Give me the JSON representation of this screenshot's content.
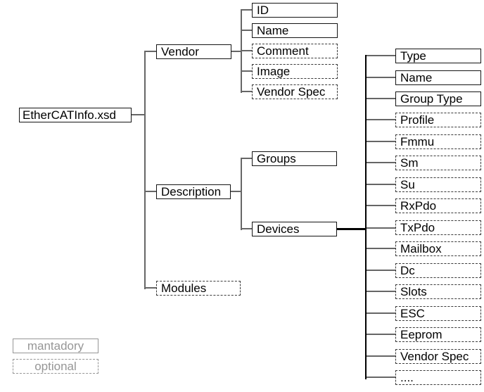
{
  "diagram": {
    "title_node": {
      "label": "EtherCATInfo.xsd",
      "style": "mandatory"
    },
    "level1": [
      {
        "label": "Vendor",
        "style": "mandatory"
      },
      {
        "label": "Description",
        "style": "mandatory"
      },
      {
        "label": "Modules",
        "style": "optional"
      }
    ],
    "vendor_children": [
      {
        "label": "ID",
        "style": "mandatory"
      },
      {
        "label": "Name",
        "style": "mandatory"
      },
      {
        "label": "Comment",
        "style": "optional"
      },
      {
        "label": "Image",
        "style": "optional"
      },
      {
        "label": "Vendor Spec",
        "style": "optional"
      }
    ],
    "description_children": [
      {
        "label": "Groups",
        "style": "mandatory"
      },
      {
        "label": "Devices",
        "style": "mandatory"
      }
    ],
    "devices_children": [
      {
        "label": "Type",
        "style": "mandatory"
      },
      {
        "label": "Name",
        "style": "mandatory"
      },
      {
        "label": "Group Type",
        "style": "mandatory"
      },
      {
        "label": "Profile",
        "style": "optional"
      },
      {
        "label": "Fmmu",
        "style": "optional"
      },
      {
        "label": "Sm",
        "style": "optional"
      },
      {
        "label": "Su",
        "style": "optional"
      },
      {
        "label": "RxPdo",
        "style": "optional"
      },
      {
        "label": "TxPdo",
        "style": "optional"
      },
      {
        "label": "Mailbox",
        "style": "optional"
      },
      {
        "label": "Dc",
        "style": "optional"
      },
      {
        "label": "Slots",
        "style": "optional"
      },
      {
        "label": "ESC",
        "style": "optional"
      },
      {
        "label": "Eeprom",
        "style": "optional"
      },
      {
        "label": "Vendor Spec",
        "style": "optional"
      },
      {
        "label": "....",
        "style": "optional"
      }
    ],
    "legend": [
      {
        "label": "mantadory",
        "style": "mandatory"
      },
      {
        "label": "optional",
        "style": "optional"
      }
    ]
  },
  "colors": {
    "box_border": "#141414",
    "dash_border": "#3a3a3a",
    "line": "#666666",
    "line_thick": "#000000",
    "legend": "#969696",
    "text": "#000000",
    "bg": "#ffffff"
  }
}
